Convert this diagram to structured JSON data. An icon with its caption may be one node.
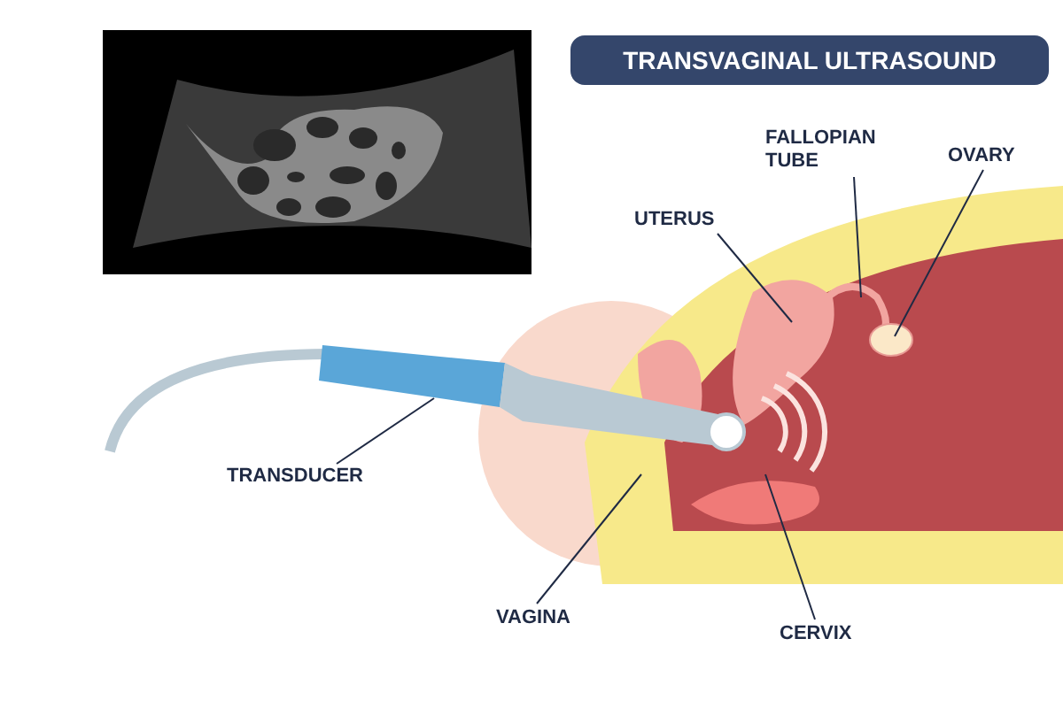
{
  "diagram": {
    "title": "TRANSVAGINAL ULTRASOUND",
    "nodes": [
      {
        "text": [
          "FALLOPIAN TUBE"
        ]
      },
      {
        "text": [
          "OVARY"
        ]
      },
      {
        "text": [
          "UTERUS"
        ]
      },
      {
        "text": [
          "TRANSDUCER"
        ]
      },
      {
        "text": [
          "VAGINA"
        ]
      },
      {
        "text": [
          "CERVIX"
        ]
      },
      {
        "text": [],
        "shape": "picture"
      }
    ],
    "edges": [
      {
        "from": 0,
        "to": null,
        "arrow": "none"
      },
      {
        "from": 1,
        "to": null,
        "arrow": "none"
      },
      {
        "from": 2,
        "to": null,
        "arrow": "none"
      },
      {
        "from": 3,
        "to": 6,
        "arrow": "none"
      },
      {
        "from": 4,
        "to": null,
        "arrow": "none"
      },
      {
        "from": 5,
        "to": null,
        "arrow": "none"
      }
    ]
  }
}
